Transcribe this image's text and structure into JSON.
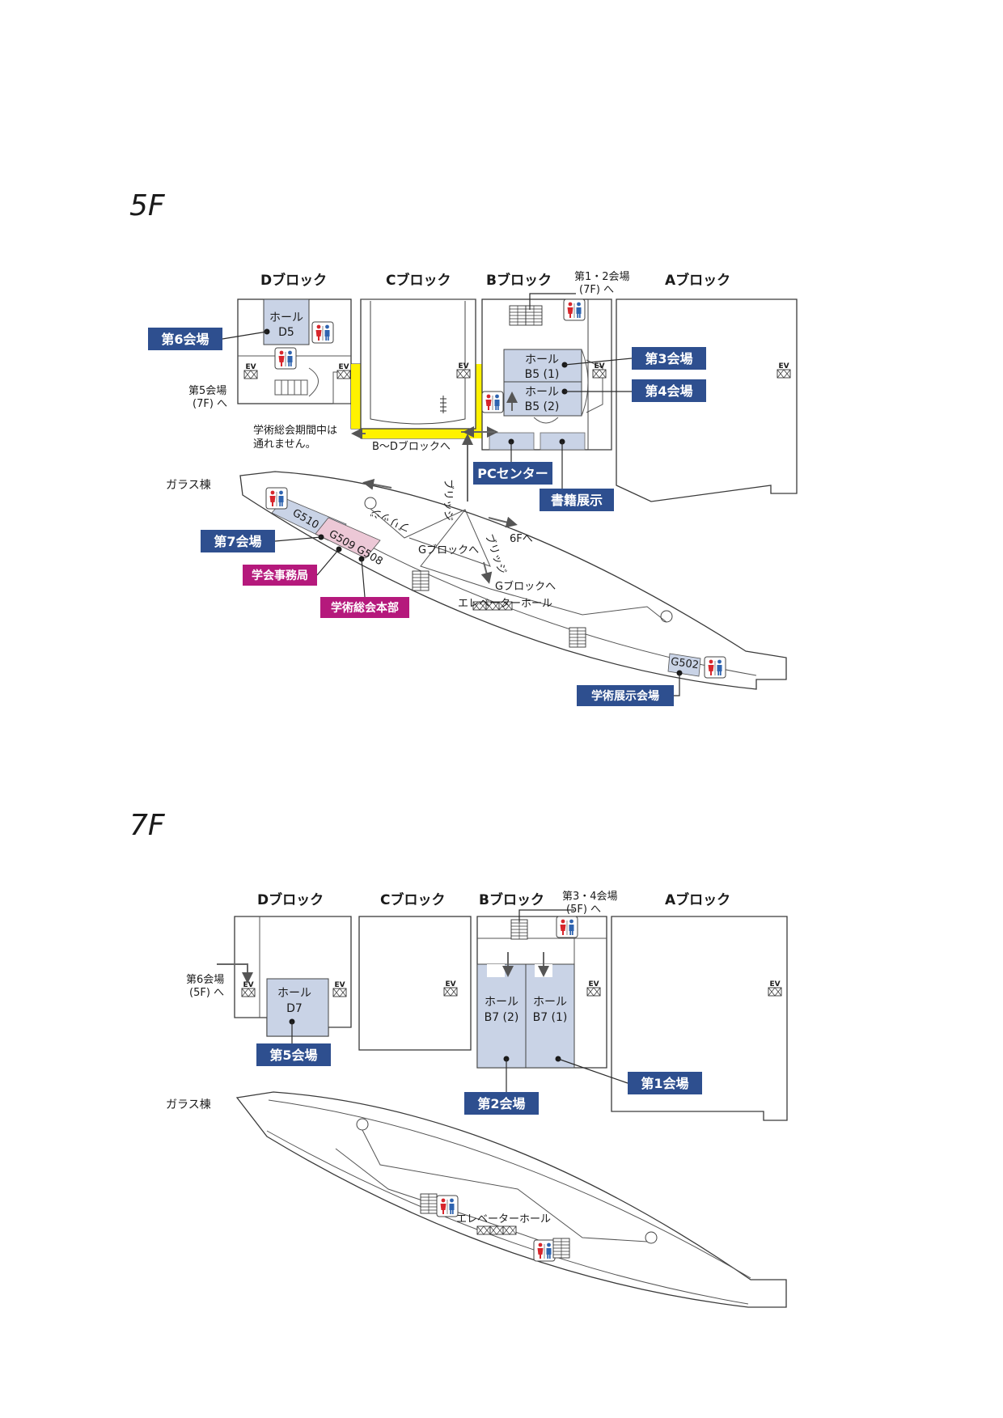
{
  "floors": [
    {
      "title": "5F",
      "blocks": {
        "d": "Dブロック",
        "c": "Cブロック",
        "b": "Bブロック",
        "a": "Aブロック"
      },
      "notes": {
        "to_hall_1_2": "第1・2会場",
        "to_hall_1_2_floor": "(7F) へ",
        "to_hall_5": "第5会場",
        "to_hall_5_floor": "(7F) へ",
        "no_pass_1": "学術総会期間中は",
        "no_pass_2": "通れません。",
        "to_b_d": "B～Dブロックへ",
        "glass_building": "ガラス棟",
        "bridge_1": "ブリッジ",
        "bridge_2": "ブリッジ",
        "bridge_3": "ブリッジ",
        "to_g_block_1": "Gブロックへ",
        "to_g_block_2": "Gブロックへ",
        "to_6f": "6Fへ",
        "elevator_hall": "エレベーターホール"
      },
      "halls": {
        "d5_a": "ホール",
        "d5_b": "D5",
        "b5_1_a": "ホール",
        "b5_1_b": "B5 (1)",
        "b5_2_a": "ホール",
        "b5_2_b": "B5 (2)"
      },
      "rooms": {
        "g510": "G510",
        "g509": "G509",
        "g508": "G508",
        "g502": "G502"
      },
      "tags": {
        "venue_6": "第6会場",
        "venue_3": "第3会場",
        "venue_4": "第4会場",
        "venue_7": "第7会場",
        "pc_center": "PCセンター",
        "book_exhibit": "書籍展示",
        "society_office": "学会事務局",
        "congress_hq": "学術総会本部",
        "academic_exhibit": "学術展示会場"
      },
      "ev_label": "EV"
    },
    {
      "title": "7F",
      "blocks": {
        "d": "Dブロック",
        "c": "Cブロック",
        "b": "Bブロック",
        "a": "Aブロック"
      },
      "notes": {
        "to_hall_3_4": "第3・4会場",
        "to_hall_3_4_floor": "(5F) へ",
        "to_hall_6": "第6会場",
        "to_hall_6_floor": "(5F) へ",
        "glass_building": "ガラス棟",
        "elevator_hall": "エレベーターホール"
      },
      "halls": {
        "d7_a": "ホール",
        "d7_b": "D7",
        "b7_2_a": "ホール",
        "b7_2_b": "B7 (2)",
        "b7_1_a": "ホール",
        "b7_1_b": "B7 (1)"
      },
      "tags": {
        "venue_5": "第5会場",
        "venue_2": "第2会場",
        "venue_1": "第1会場"
      },
      "ev_label": "EV"
    }
  ],
  "colors": {
    "tag_blue": "#2e4f8f",
    "tag_magenta": "#b5197c",
    "hall_fill": "#c9d3e6",
    "pink_fill": "#ecc8d6",
    "closed_yellow": "#fff200",
    "male_blue": "#2f64b0",
    "female_red": "#d7262c"
  },
  "icons": [
    "restroom-icon",
    "elevator-icon",
    "stairs-icon",
    "arrow-icon",
    "location-dot-icon"
  ]
}
